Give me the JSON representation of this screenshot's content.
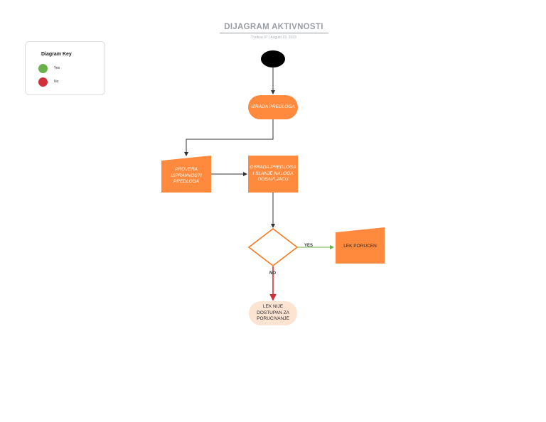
{
  "title": "DIJAGRAM AKTIVNOSTI",
  "subtitle": "Tvrdiva 97  |  August 23, 2023",
  "key": {
    "title": "Diagram Key",
    "items": [
      {
        "label": "Yes",
        "color": "#6ab04c"
      },
      {
        "label": "No",
        "color": "#d12f3a"
      }
    ]
  },
  "nodes": {
    "start": "",
    "izrada": "IZRADA PREDLOGA",
    "provera": "PROVERA ISPRAVNOSTI PREDLOGA",
    "obrada": "OBRADA PREDLOGA I SLANJE NALOGA DOBAVLJACU",
    "decision": "",
    "lek_porucen": "LEK PORUCEN",
    "lek_nije": "LEK NIJE DOSTUPAN ZA PORUCIVANJE"
  },
  "edge_labels": {
    "yes": "YES",
    "no": "NO"
  },
  "colors": {
    "orange": "#ff8a3d",
    "dark_orange": "#f57a1f",
    "peach": "#fde3d2",
    "yes": "#6ab04c",
    "no": "#d12f3a"
  }
}
